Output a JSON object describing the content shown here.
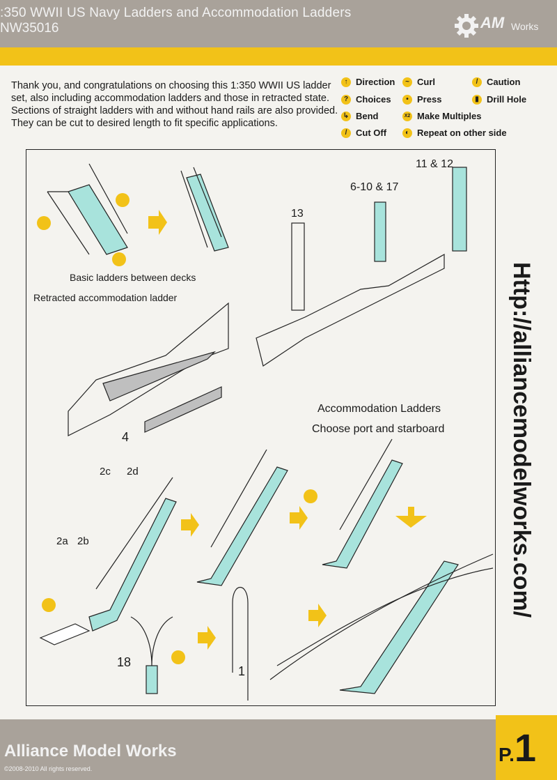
{
  "header": {
    "title_line1": ":350 WWII US Navy Ladders and Accommodation Ladders",
    "title_line2": "NW35016",
    "logo_mark": "AM",
    "logo_works": "Works"
  },
  "intro": "Thank you, and congratulations on choosing this 1:350 WWII US ladder set,  also including accommodation ladders and those in retracted state. Sections of straight ladders with and without hand rails are also provided. They can be cut to desired length to fit specific applications.",
  "legend": [
    {
      "icon": "direction-icon",
      "glyph": "↑",
      "label": "Direction"
    },
    {
      "icon": "curl-icon",
      "glyph": "~",
      "label": "Curl"
    },
    {
      "icon": "caution-icon",
      "glyph": "/",
      "label": "Caution"
    },
    {
      "icon": "choices-icon",
      "glyph": "?",
      "label": "Choices"
    },
    {
      "icon": "press-icon",
      "glyph": "•",
      "label": "Press"
    },
    {
      "icon": "drill-hole-icon",
      "glyph": "▮",
      "label": "Drill Hole"
    },
    {
      "icon": "bend-icon",
      "glyph": "↳",
      "label": "Bend"
    },
    {
      "icon": "make-multiples-icon",
      "glyph": "X2",
      "label": "Make Multiples"
    },
    {
      "icon": "cut-off-icon",
      "glyph": "/",
      "label": "Cut Off"
    },
    {
      "icon": "repeat-icon",
      "glyph": "◐",
      "label": "Repeat on other side"
    }
  ],
  "labels": {
    "basic": "Basic ladders between decks",
    "retracted": "Retracted accommodation ladder",
    "accom1": "Accommodation Ladders",
    "accom2": "Choose port and starboard",
    "p13": "13",
    "p610": "6-10 & 17",
    "p1112": "11 & 12",
    "p4": "4",
    "p2c": "2c",
    "p2d": "2d",
    "p2a": "2a",
    "p2b": "2b",
    "p18": "18",
    "p1": "1"
  },
  "url": "Http://alliancemodelworks.com/",
  "footer": {
    "brand": "Alliance Model Works",
    "copyright": "©2008-2010 All rights reserved.",
    "page_prefix": "P.",
    "page_num": "1"
  },
  "colors": {
    "accent": "#f2c218",
    "header": "#a9a29a",
    "part": "#a8e3dc"
  }
}
